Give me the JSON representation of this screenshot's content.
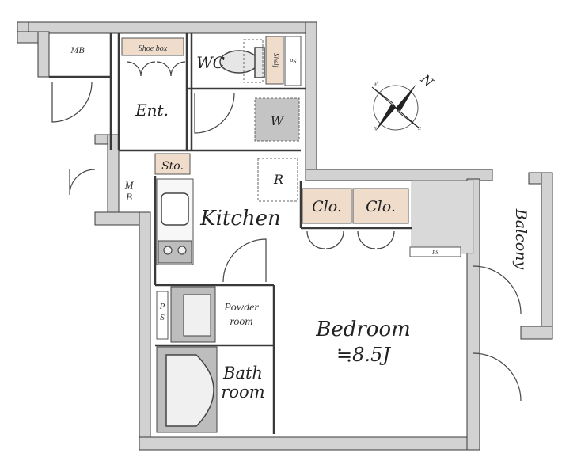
{
  "rooms": {
    "mb_top": "MB",
    "shoe_box": "Shoe box",
    "wc": "WC",
    "shelf": "Shelf",
    "ps_top": "PS",
    "entrance": "Ent.",
    "washer": "W",
    "storage": "Sto.",
    "refrigerator": "R",
    "mb_left_1": "M",
    "mb_left_2": "B",
    "kitchen": "Kitchen",
    "closet_1": "Clo.",
    "closet_2": "Clo.",
    "ps_mid": "PS",
    "balcony": "Balcony",
    "ps_left_1": "P",
    "ps_left_2": "S",
    "powder_1": "Powder",
    "powder_2": "room",
    "bedroom": "Bedroom",
    "bedroom_size": "≒8.5J",
    "bath_1": "Bath",
    "bath_2": "room"
  },
  "compass": {
    "north_label": "N",
    "minor_labels": [
      "E",
      "S",
      "W"
    ]
  },
  "colors": {
    "wall_fill": "#d2d2d2",
    "wall_stroke": "#3a3a3a",
    "storage_fill": "#efdccb",
    "washer_fill": "#c4c4c4",
    "grey_area": "#d9d9d9",
    "fixture_fill": "#bdbdbd"
  }
}
